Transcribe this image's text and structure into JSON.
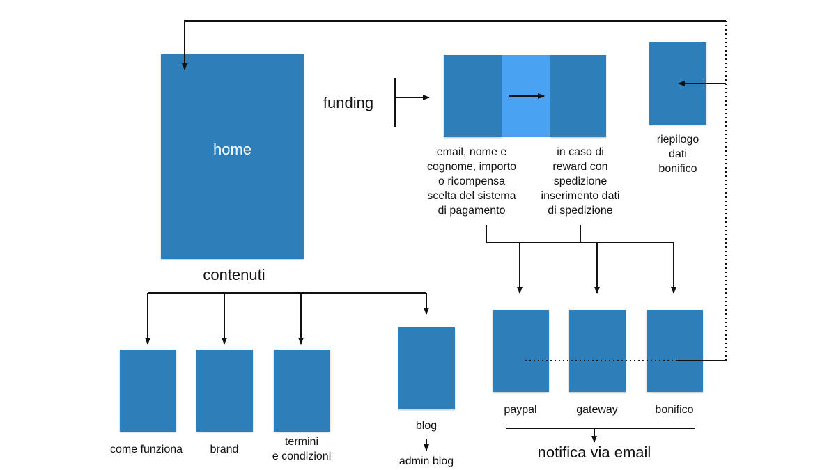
{
  "colors": {
    "block": "#2e7fb9",
    "block_highlight": "#4aa3f2",
    "line": "#111111"
  },
  "labels": {
    "home": "home",
    "contenuti": "contenuti",
    "funding": "funding",
    "step1": "email, nome e\ncognome, importo\no ricompensa\nscelta del sistema\ndi pagamento",
    "step2": "in caso di\nreward con\nspedizione\ninserimento dati\ndi spedizione",
    "riepilogo": "riepilogo\ndati\nbonifico",
    "come_funziona": "come funziona",
    "brand": "brand",
    "termini": "termini\ne condizioni",
    "blog": "blog",
    "admin_blog": "admin blog",
    "paypal": "paypal",
    "gateway": "gateway",
    "bonifico": "bonifico",
    "notifica": "notifica via email"
  }
}
